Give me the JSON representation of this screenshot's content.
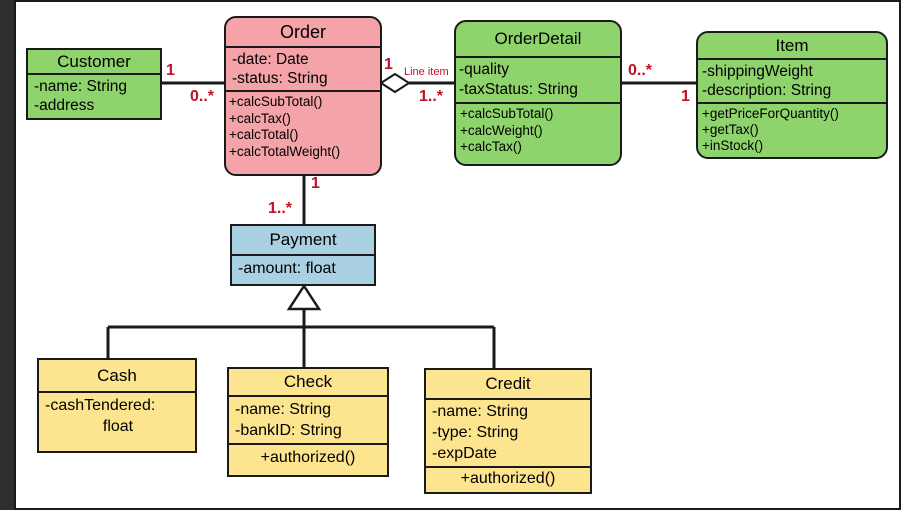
{
  "colors": {
    "customer": "#8fd36c",
    "order": "#f4a4a8",
    "order_detail": "#8fd36c",
    "item": "#8fd36c",
    "payment": "#a9d0e3",
    "cash": "#fde48e",
    "check": "#fde48e",
    "credit": "#fde48e",
    "multiplicity": "#c0102a"
  },
  "classes": {
    "customer": {
      "name": "Customer",
      "attributes": [
        "-name: String",
        "-address"
      ],
      "methods": []
    },
    "order": {
      "name": "Order",
      "attributes": [
        "-date: Date",
        "-status: String"
      ],
      "methods": [
        "+calcSubTotal()",
        "+calcTax()",
        "+calcTotal()",
        "+calcTotalWeight()"
      ]
    },
    "order_detail": {
      "name": "OrderDetail",
      "attributes": [
        "-quality",
        "-taxStatus: String"
      ],
      "methods": [
        "+calcSubTotal()",
        "+calcWeight()",
        "+calcTax()"
      ]
    },
    "item": {
      "name": "Item",
      "attributes": [
        "-shippingWeight",
        "-description: String"
      ],
      "methods": [
        "+getPriceForQuantity()",
        "+getTax()",
        "+inStock()"
      ]
    },
    "payment": {
      "name": "Payment",
      "attributes": [
        "-amount: float"
      ],
      "methods": []
    },
    "cash": {
      "name": "Cash",
      "attributes": [
        "-cashTendered:",
        "float"
      ],
      "methods": []
    },
    "check": {
      "name": "Check",
      "attributes": [
        "-name: String",
        "-bankID: String"
      ],
      "methods": [
        "+authorized()"
      ]
    },
    "credit": {
      "name": "Credit",
      "attributes": [
        "-name: String",
        "-type: String",
        "-expDate"
      ],
      "methods": [
        "+authorized()"
      ]
    }
  },
  "multiplicities": {
    "customer_side": "1",
    "order_customer_side": "0..*",
    "order_detail_side_of_order": "1",
    "detail_order_side": "1..*",
    "detail_item_side": "0..*",
    "item_side": "1",
    "order_payment_side": "1",
    "payment_side": "1..*"
  },
  "association_labels": {
    "line_item": "Line item"
  }
}
